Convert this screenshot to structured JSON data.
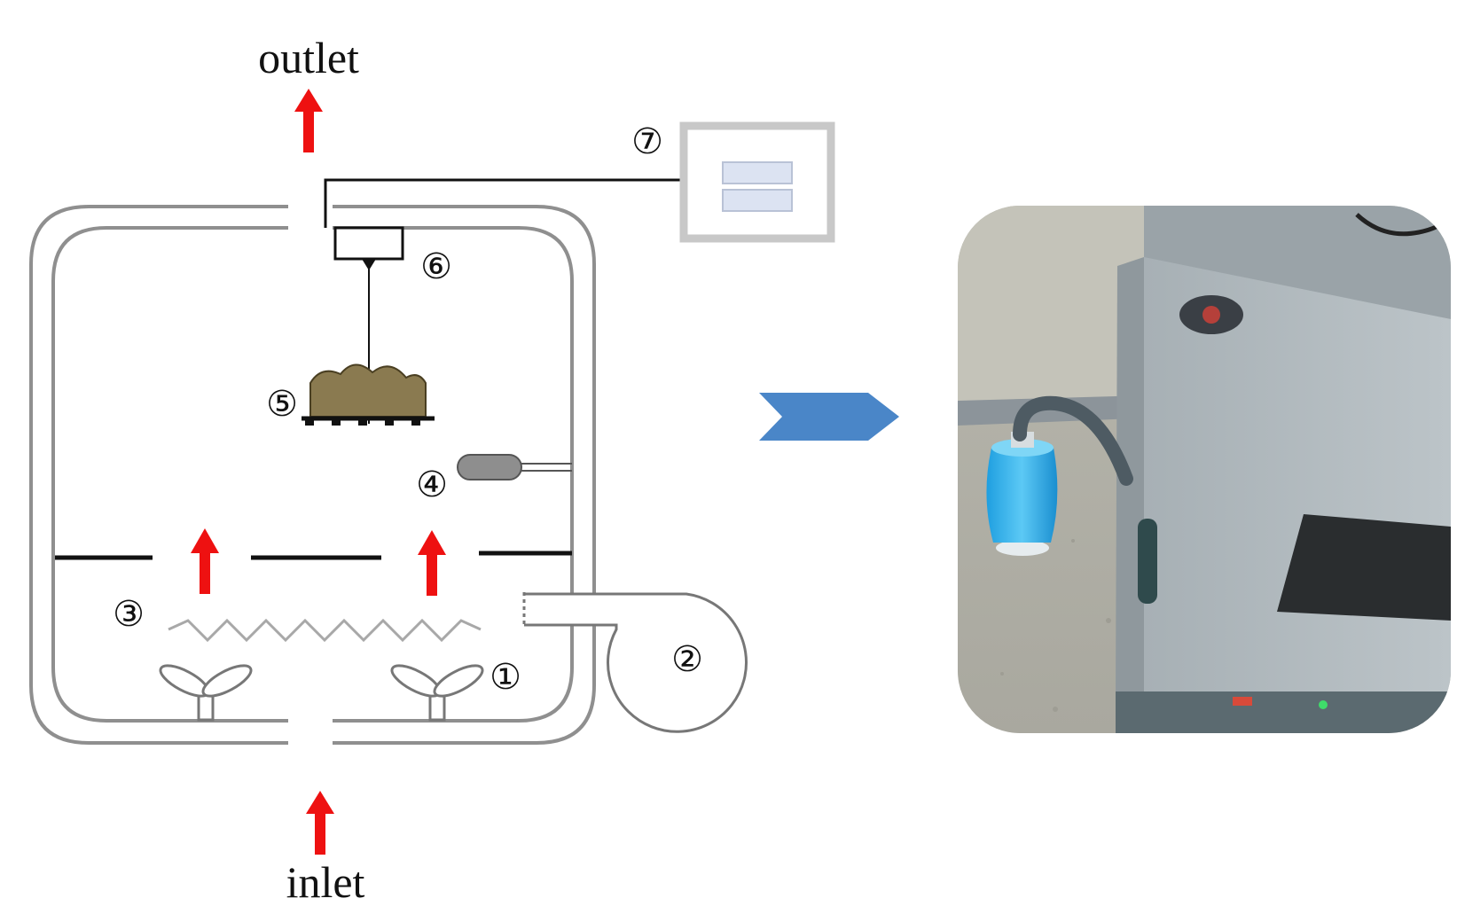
{
  "labels": {
    "outlet": "outlet",
    "inlet": "inlet"
  },
  "markers": {
    "m1": "①",
    "m2": "②",
    "m3": "③",
    "m4": "④",
    "m5": "⑤",
    "m6": "⑥",
    "m7": "⑦"
  },
  "colors": {
    "flow_arrow": "#ee1111",
    "chamber_wall": "#8f8f8f",
    "transition_arrow": "#4a86c8",
    "sample_fill": "#8a7a50",
    "display_frame": "#c8c8c8",
    "display_panel": "#dce3f2"
  },
  "photo": {
    "subject": "chamber apparatus with blue humidifier bottle"
  }
}
